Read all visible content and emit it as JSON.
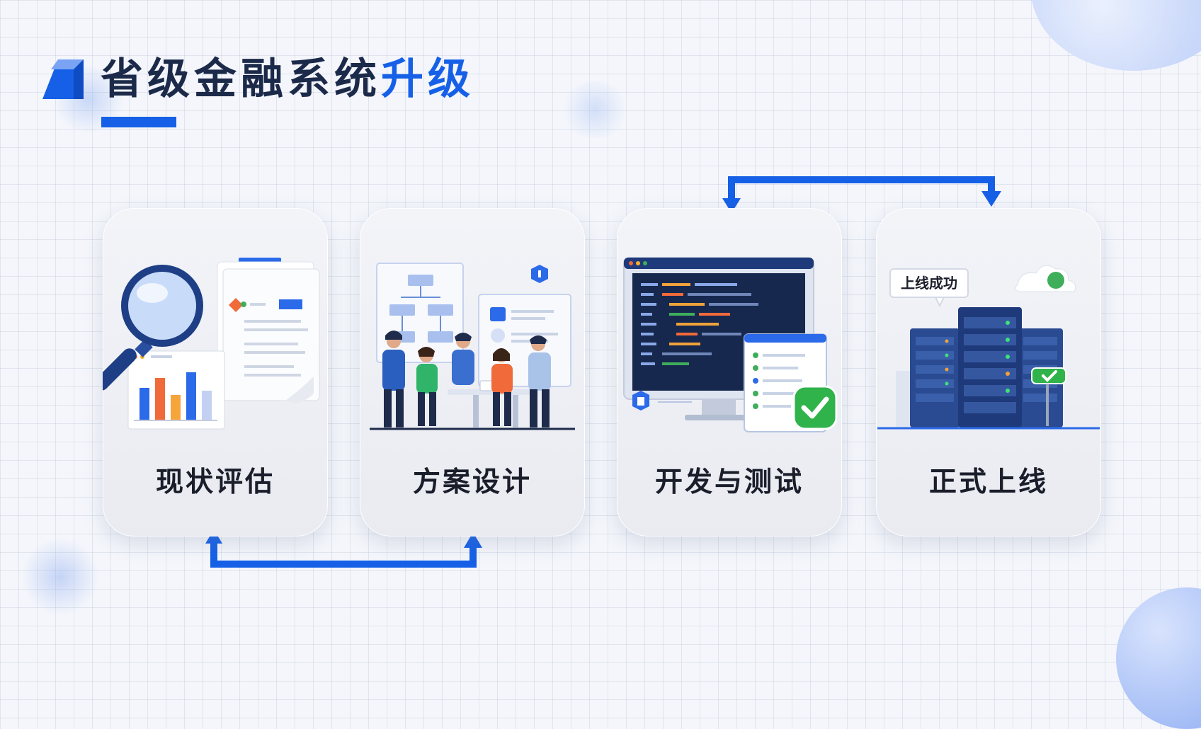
{
  "title": {
    "main": "省级金融系统",
    "highlight": "升级"
  },
  "steps": [
    {
      "label": "现状评估",
      "icon": "magnifier-chart-report-icon"
    },
    {
      "label": "方案设计",
      "icon": "team-design-meeting-icon"
    },
    {
      "label": "开发与测试",
      "icon": "code-monitor-test-checklist-icon"
    },
    {
      "label": "正式上线",
      "icon": "server-rack-launch-icon"
    }
  ],
  "launch_bubble": "上线成功",
  "colors": {
    "accent": "#1660e8",
    "title": "#1c2a4a",
    "card": "#eceef3"
  }
}
